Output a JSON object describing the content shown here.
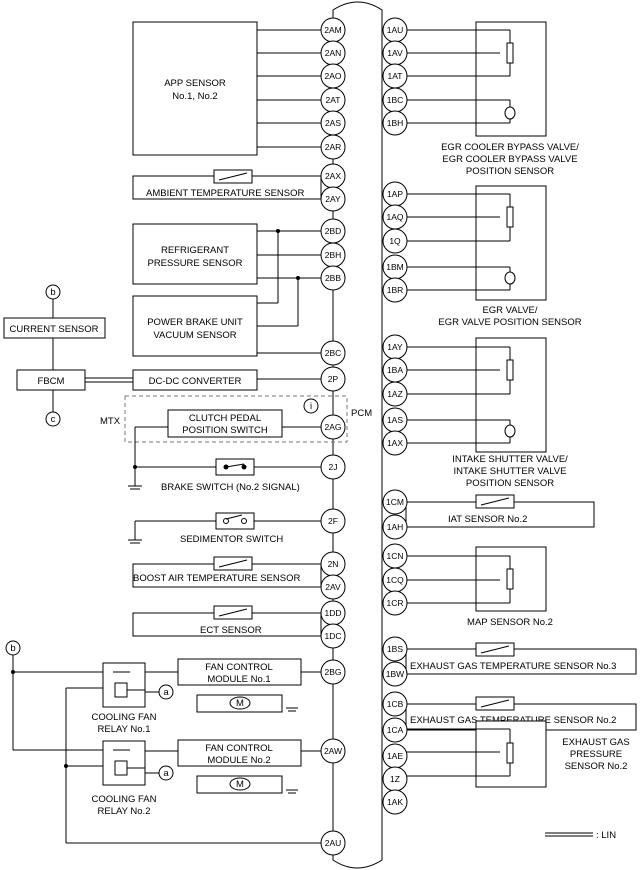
{
  "pcm_label": "PCM",
  "mtx_label": "MTX",
  "lin_legend": ": LIN",
  "left_pins": [
    "2AM",
    "2AN",
    "2AO",
    "2AT",
    "2AS",
    "2AR",
    "2AX",
    "2AY",
    "2BD",
    "2BH",
    "2BB",
    "2BC",
    "2P",
    "2AG",
    "2J",
    "2F",
    "2N",
    "2AV",
    "1DD",
    "1DC",
    "2BG",
    "2AW",
    "2AU"
  ],
  "right_pins": [
    "1AU",
    "1AV",
    "1AT",
    "1BC",
    "1BH",
    "1AP",
    "1AQ",
    "1Q",
    "1BM",
    "1BR",
    "1AY",
    "1BA",
    "1AZ",
    "1AS",
    "1AX",
    "1CM",
    "1AH",
    "1CN",
    "1CQ",
    "1CR",
    "1BS",
    "1BW",
    "1CB",
    "1CA",
    "1AE",
    "1Z",
    "1AK"
  ],
  "components": {
    "app_sensor": [
      "APP SENSOR",
      "No.1, No.2"
    ],
    "ambient_temp": "AMBIENT TEMPERATURE SENSOR",
    "refrigerant": [
      "REFRIGERANT",
      "PRESSURE SENSOR"
    ],
    "power_brake": [
      "POWER BRAKE UNIT",
      "VACUUM SENSOR"
    ],
    "dcdc": "DC-DC CONVERTER",
    "fbcm": "FBCM",
    "current_sensor": "CURRENT SENSOR",
    "clutch": [
      "CLUTCH PEDAL",
      "POSITION SWITCH"
    ],
    "brake_switch": "BRAKE SWITCH (No.2 SIGNAL)",
    "sedimentor": "SEDIMENTOR SWITCH",
    "boost_air": "BOOST AIR TEMPERATURE SENSOR",
    "ect": "ECT SENSOR",
    "fan_module_1": [
      "FAN CONTROL",
      "MODULE No.1"
    ],
    "fan_module_2": [
      "FAN CONTROL",
      "MODULE No.2"
    ],
    "relay_1": [
      "COOLING FAN",
      "RELAY No.1"
    ],
    "relay_2": [
      "COOLING FAN",
      "RELAY No.2"
    ],
    "egr_cooler": [
      "EGR COOLER BYPASS VALVE/",
      "EGR COOLER BYPASS VALVE",
      "POSITION SENSOR"
    ],
    "egr_valve": [
      "EGR VALVE/",
      "EGR VALVE POSITION SENSOR"
    ],
    "intake_shutter": [
      "INTAKE SHUTTER VALVE/",
      "INTAKE SHUTTER VALVE",
      "POSITION SENSOR"
    ],
    "iat2": "IAT SENSOR No.2",
    "map2": "MAP SENSOR No.2",
    "egt3": "EXHAUST GAS TEMPERATURE SENSOR No.3",
    "egt2": "EXHAUST GAS TEMPERATURE SENSOR No.2",
    "egp2": [
      "EXHAUST GAS",
      "PRESSURE",
      "SENSOR No.2"
    ]
  },
  "markers": {
    "b": "b",
    "c": "c",
    "a": "a",
    "i": "i"
  }
}
